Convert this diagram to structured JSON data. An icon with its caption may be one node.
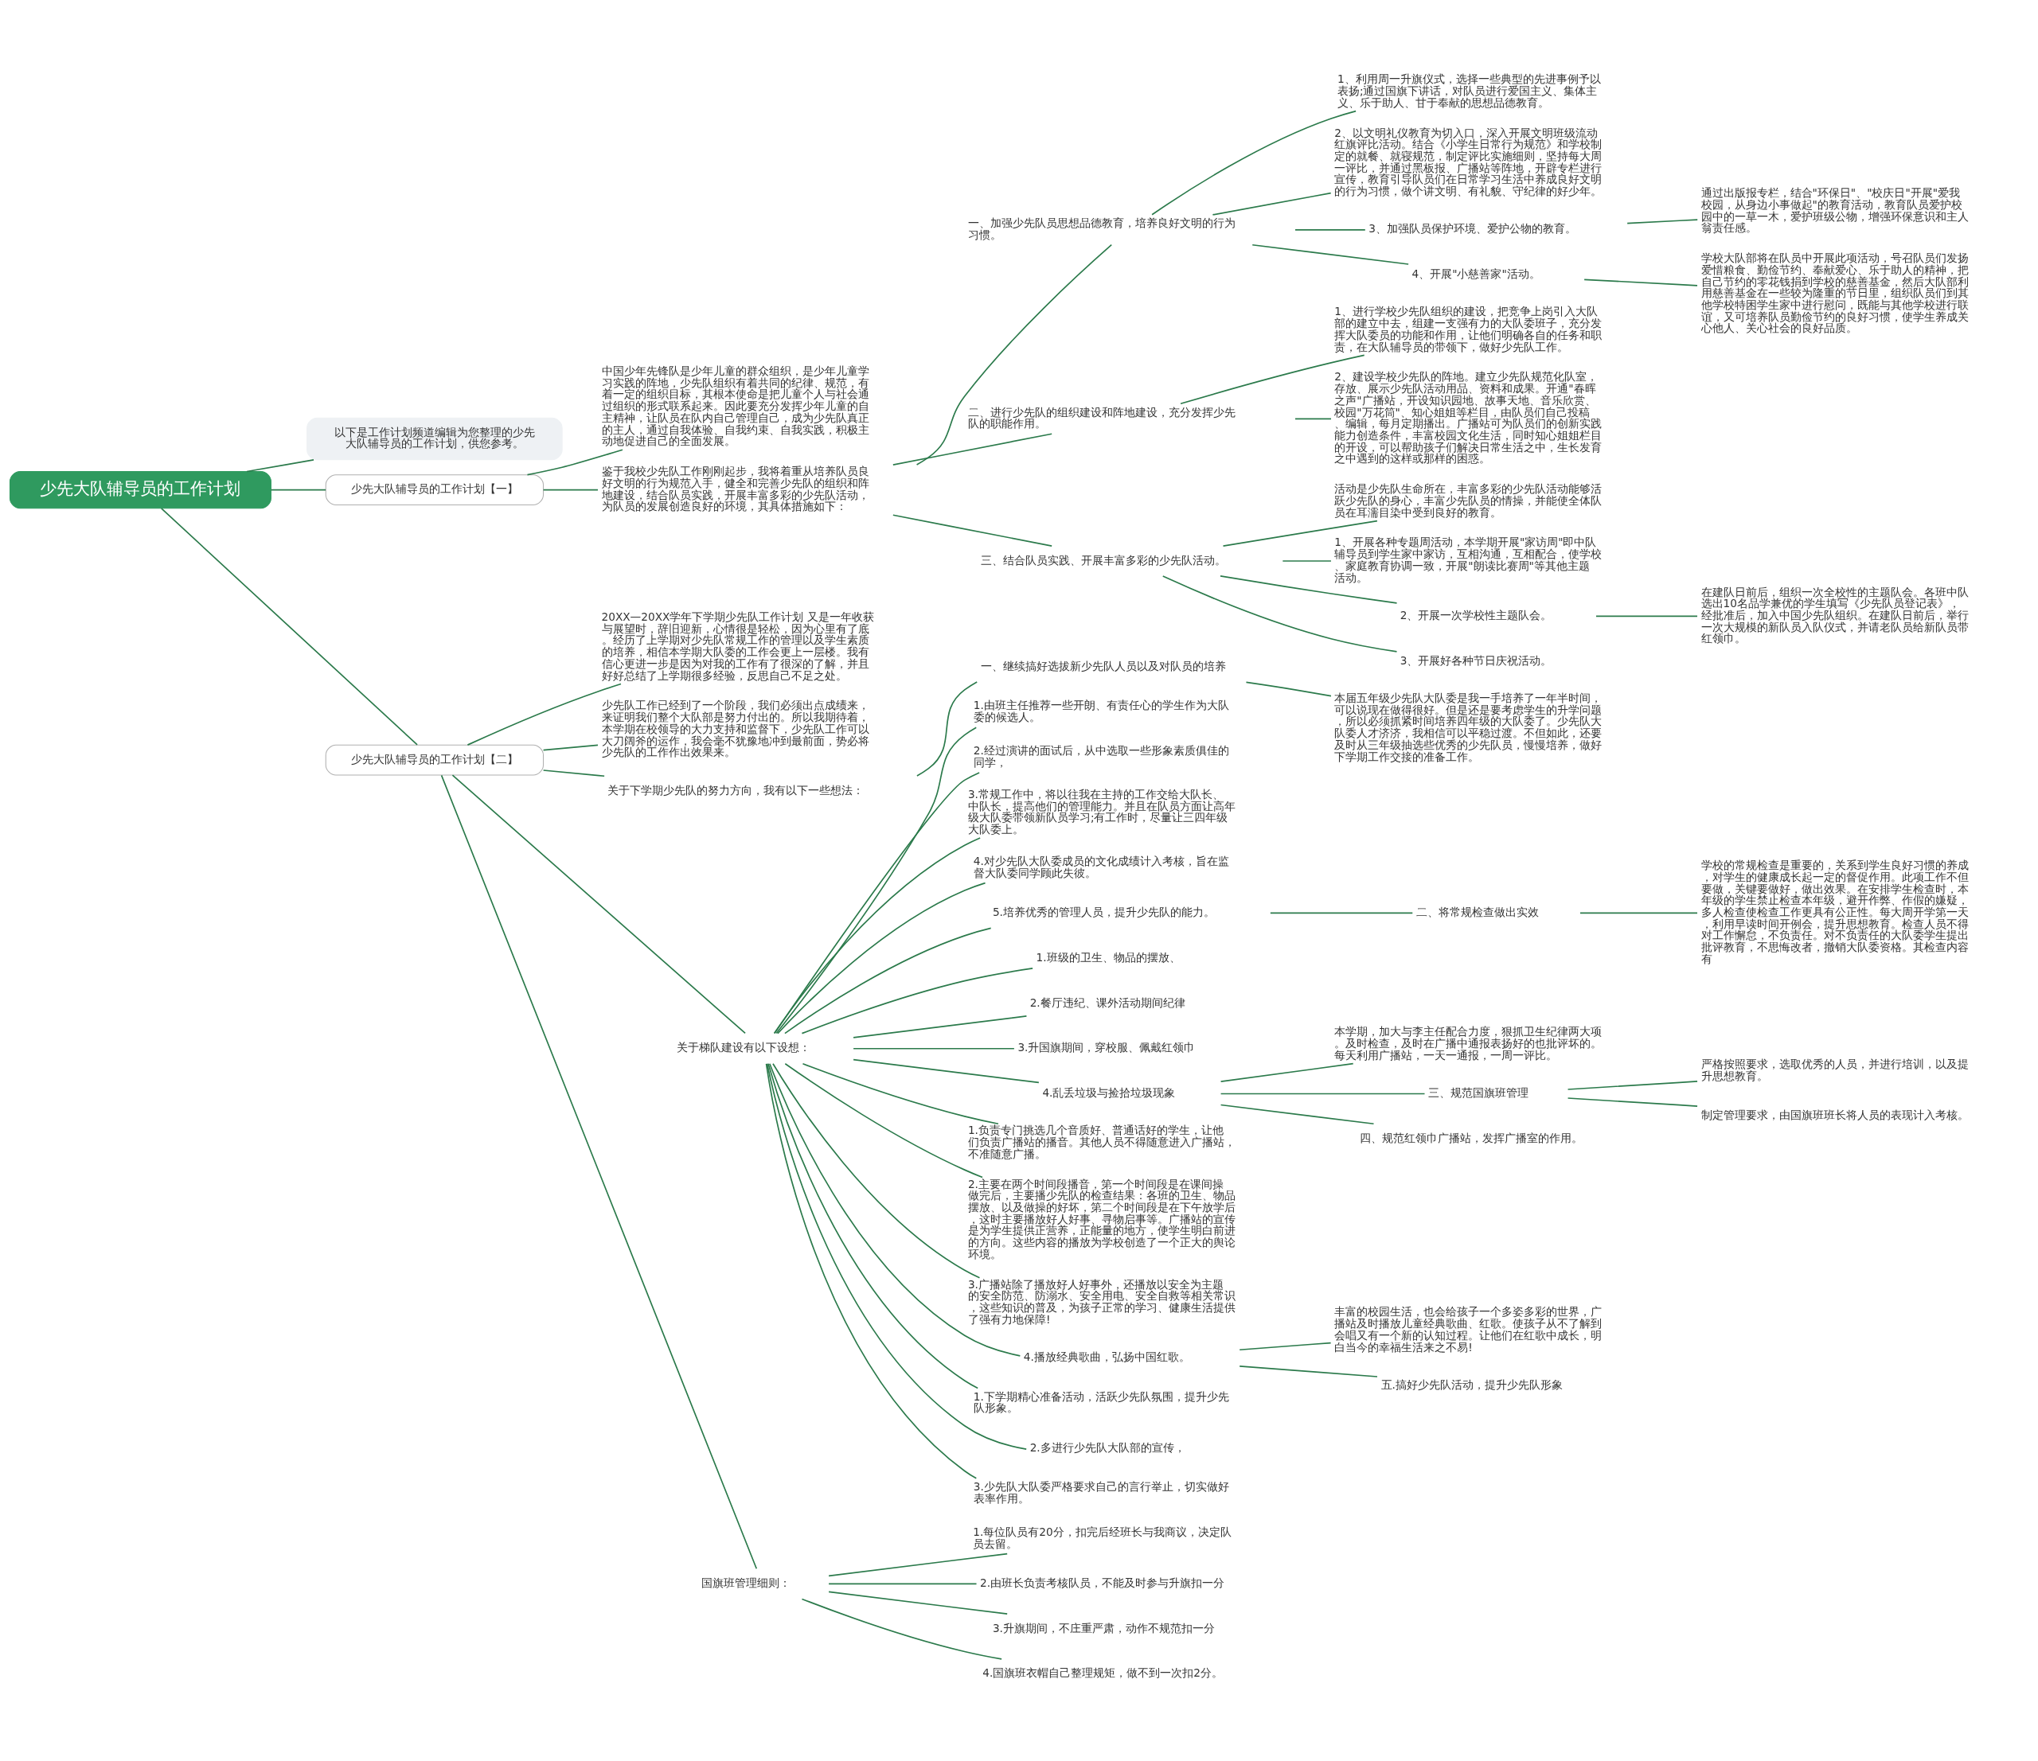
{
  "diagram": {
    "nodes": [
      {
        "text": [
          "少先大队辅导员的工作计划"
        ]
      },
      {
        "text": [
          "以下是工作计划频道编辑为您整理的少先大队辅导员的工作计划，供您参考。"
        ]
      },
      {
        "text": [
          "少先大队辅导员的工作计划【一】"
        ]
      },
      {
        "text": [
          "中国少年先锋队是少年儿童的群众组织，是少年儿童学习实践的阵地，少先队组织有着共同的纪律、规范，有着一定的组织目标，其根本使命是把儿童个人与社会通过组织的形式联系起来。因此要充分发挥少年儿童的自主精神，让队员在队内自己管理自己，成为少先队真正的主人，通过自我体验、自我约束、自我实践，积极主动地促进自己的全面发展。"
        ]
      },
      {
        "text": [
          "鉴于我校少先队工作刚刚起步，我将着重从培养队员良好文明的行为规范入手，健全和完善少先队的组织和阵地建设，结合队员实践，开展丰富多彩的少先队活动，为队员的发展创造良好的环境，其具体措施如下："
        ]
      },
      {
        "text": [
          "一、加强少先队员思想品德教育，培养良好文明的行为习惯。"
        ]
      },
      {
        "text": [
          "1、利用周一升旗仪式，选择一些典型的先进事例予以表扬;通过国旗下讲话，对队员进行爱国主义、集体主义、乐于助人、甘于奉献的思想品德教育。"
        ]
      },
      {
        "text": [
          "2、以文明礼仪教育为切入口，深入开展文明班级流动红旗评比活动。结合《小学生日常行为规范》和学校制定的就餐、就寝规范，制定评比实施细则，坚持每大周一评比，并通过黑板报、广播站等阵地，开辟专栏进行宣传，教育引导队员们在日常学习生活中养成良好文明的行为习惯，做个讲文明、有礼貌、守纪律的好少年。"
        ]
      },
      {
        "text": [
          "3、加强队员保护环境、爱护公物的教育。"
        ]
      },
      {
        "text": [
          "通过出版报专栏，结合\"环保日\"、\"校庆日\"开展\"爱我校园，从身边小事做起\"的教育活动，教育队员爱护校园中的一草一木，爱护班级公物，增强环保意识和主人翁责任感。"
        ]
      },
      {
        "text": [
          "4、开展\"小慈善家\"活动。"
        ]
      },
      {
        "text": [
          "学校大队部将在队员中开展此项活动，号召队员们发扬爱惜粮食、勤俭节约、奉献爱心、乐于助人的精神，把自己节约的零花钱捐到学校的慈善基金，然后大队部利用慈善基金在一些较为隆重的节日里，组织队员们到其他学校特困学生家中进行慰问，既能与其他学校进行联谊，又可培养队员勤俭节约的良好习惯，使学生养成关心他人、关心社会的良好品质。"
        ]
      },
      {
        "text": [
          "二、进行少先队的组织建设和阵地建设，充分发挥少先队的职能作用。"
        ]
      },
      {
        "text": [
          "1、进行学校少先队组织的建设，把竞争上岗引入大队部的建立中去，组建一支强有力的大队委班子，充分发挥大队委员的功能和作用，让他们明确各自的任务和职责，在大队辅导员的带领下，做好少先队工作。"
        ]
      },
      {
        "text": [
          "2、建设学校少先队的阵地。建立少先队规范化队室，存放、展示少先队活动用品、资料和成果。开通\"春晖之声\"广播站，开设知识园地、故事天地、音乐欣赏、校园\"万花筒\"、知心姐姐等栏目，由队员们自己投稿、编辑，每月定期播出。广播站可为队员们的创新实践能力创造条件，丰富校园文化生活，同时知心姐姐栏目的开设，可以帮助孩子们解决日常生活之中，生长发育之中遇到的这样或那样的困惑。"
        ]
      },
      {
        "text": [
          "三、结合队员实践、开展丰富多彩的少先队活动。"
        ]
      },
      {
        "text": [
          "活动是少先队生命所在，丰富多彩的少先队活动能够活跃少先队的身心，丰富少先队员的情操，并能使全体队员在耳濡目染中受到良好的教育。"
        ]
      },
      {
        "text": [
          "1、开展各种专题周活动，本学期开展\"家访周\"即中队辅导员到学生家中家访，互相沟通，互相配合，使学校、家庭教育协调一致，开展\"朗读比赛周\"等其他主题活动。"
        ]
      },
      {
        "text": [
          "2、开展一次学校性主题队会。"
        ]
      },
      {
        "text": [
          "在建队日前后，组织一次全校性的主题队会。各班中队选出10名品学兼优的学生填写《少先队员登记表》，经批准后，加入中国少先队组织。在建队日前后，举行一次大规模的新队员入队仪式，并请老队员给新队员带红领巾。"
        ]
      },
      {
        "text": [
          "3、开展好各种节日庆祝活动。"
        ]
      },
      {
        "text": [
          "少先大队辅导员的工作计划【二】"
        ]
      },
      {
        "text": [
          "20XX—20XX学年下学期少先队工作计划 又是一年收获与展望时，辞旧迎新，心情很是轻松，因为心里有了底。经历了上学期对少先队常规工作的管理以及学生素质的培养，相信本学期大队委的工作会更上一层楼。我有信心更进一步是因为对我的工作有了很深的了解，并且好好总结了上学期很多经验，反思自己不足之处。"
        ]
      },
      {
        "text": [
          "少先队工作已经到了一个阶段，我们必须出点成绩来，来证明我们整个大队部是努力付出的。所以我期待着，本学期在校领导的大力支持和监督下，少先队工作可以大刀阔斧的运作，我会毫不犹豫地冲到最前面，势必将少先队的工作作出效果来。"
        ]
      },
      {
        "text": [
          "关于下学期少先队的努力方向，我有以下一些想法："
        ]
      },
      {
        "text": [
          "一、继续搞好选拔新少先队人员以及对队员的培养"
        ]
      },
      {
        "text": [
          "本届五年级少先队大队委是我一手培养了一年半时间，可以说现在做得很好。但是还是要考虑学生的升学问题，所以必须抓紧时间培养四年级的大队委了。少先队大队委人才济济，我相信可以平稳过渡。不但如此，还要及时从三年级抽选些优秀的少先队员，慢慢培养，做好下学期工作交接的准备工作。"
        ]
      },
      {
        "text": [
          "关于梯队建设有以下设想："
        ]
      },
      {
        "text": [
          "1.由班主任推荐一些开朗、有责任心的学生作为大队委的候选人。"
        ]
      },
      {
        "text": [
          "2.经过演讲的面试后，从中选取一些形象素质俱佳的同学，"
        ]
      },
      {
        "text": [
          "3.常规工作中，将以往我在主持的工作交给大队长、中队长，提高他们的管理能力。并且在队员方面让高年级大队委带领新队员学习;有工作时，尽量让三四年级大队委上。"
        ]
      },
      {
        "text": [
          "4.对少先队大队委成员的文化成绩计入考核，旨在监督大队委同学顾此失彼。"
        ]
      },
      {
        "text": [
          "5.培养优秀的管理人员，提升少先队的能力。"
        ]
      },
      {
        "text": [
          "二、将常规检查做出实效"
        ]
      },
      {
        "text": [
          "学校的常规检查是重要的，关系到学生良好习惯的养成，对学生的健康成长起一定的督促作用。此项工作不但要做，关键要做好，做出效果。在安排学生检查时，本年级的学生禁止检查本年级，避开作弊、作假的嫌疑，多人检查使检查工作更具有公正性。每大周开学第一天，利用早读时间开例会，提升思想教育。检查人员不得对工作懈怠，不负责任。对不负责任的大队委学生提出批评教育，不思悔改者，撤销大队委资格。其检查内容有"
        ]
      },
      {
        "text": [
          "1.班级的卫生、物品的摆放、"
        ]
      },
      {
        "text": [
          "2.餐厅违纪、课外活动期间纪律"
        ]
      },
      {
        "text": [
          "3.升国旗期间，穿校服、佩戴红领巾"
        ]
      },
      {
        "text": [
          "4.乱丢垃圾与捡拾垃圾现象"
        ]
      },
      {
        "text": [
          "本学期，加大与李主任配合力度，狠抓卫生纪律两大项。及时检查，及时在广播中通报表扬好的也批评坏的。每天利用广播站，一天一通报，一周一评比。"
        ]
      },
      {
        "text": [
          "三、规范国旗班管理"
        ]
      },
      {
        "text": [
          "严格按照要求，选取优秀的人员，并进行培训，以及提升思想教育。"
        ]
      },
      {
        "text": [
          "制定管理要求，由国旗班班长将人员的表现计入考核。"
        ]
      },
      {
        "text": [
          "四、规范红领巾广播站，发挥广播室的作用。"
        ]
      },
      {
        "text": [
          "1.负责专门挑选几个音质好、普通话好的学生，让他们负责广播站的播音。其他人员不得随意进入广播站，不准随意广播。"
        ]
      },
      {
        "text": [
          "2.主要在两个时间段播音，第一个时间段是在课间操做完后，主要播少先队的检查结果：各班的卫生、物品摆放、以及做操的好坏，第二个时间段是在下午放学后，这时主要播放好人好事、寻物启事等。广播站的宣传是为学生提供正营养，正能量的地方，使学生明白前进的方向。这些内容的播放为学校创造了一个正大的舆论环境。"
        ]
      },
      {
        "text": [
          "3.广播站除了播放好人好事外，还播放以安全为主题的安全防范、防溺水、安全用电、安全自救等相关常识，这些知识的普及，为孩子正常的学习、健康生活提供了强有力地保障!"
        ]
      },
      {
        "text": [
          "4.播放经典歌曲，弘扬中国红歌。"
        ]
      },
      {
        "text": [
          "丰富的校园生活，也会给孩子一个多姿多彩的世界，广播站及时播放儿童经典歌曲、红歌。使孩子从不了解到会唱又有一个新的认知过程。让他们在红歌中成长，明白当今的幸福生活来之不易!"
        ]
      },
      {
        "text": [
          "五.搞好少先队活动，提升少先队形象"
        ]
      },
      {
        "text": [
          "1.下学期精心准备活动，活跃少先队氛围，提升少先队形象。"
        ]
      },
      {
        "text": [
          "2.多进行少先队大队部的宣传，"
        ]
      },
      {
        "text": [
          "3.少先队大队委严格要求自己的言行举止，切实做好表率作用。"
        ]
      },
      {
        "text": [
          "国旗班管理细则："
        ]
      },
      {
        "text": [
          "1.每位队员有20分，扣完后经班长与我商议，决定队员去留。"
        ]
      },
      {
        "text": [
          "2.由班长负责考核队员，不能及时参与升旗扣一分"
        ]
      },
      {
        "text": [
          "3.升旗期间，不庄重严肃，动作不规范扣一分"
        ]
      },
      {
        "text": [
          "4.国旗班衣帽自己整理规矩，做不到一次扣2分。"
        ]
      }
    ],
    "edges": [
      {
        "from": 0,
        "to": 1,
        "arrow": "none"
      },
      {
        "from": 0,
        "to": 2,
        "arrow": "none"
      },
      {
        "from": 0,
        "to": 21,
        "arrow": "none"
      },
      {
        "from": 2,
        "to": 3,
        "arrow": "none"
      },
      {
        "from": 2,
        "to": 4,
        "arrow": "none"
      },
      {
        "from": 4,
        "to": 5,
        "arrow": "none"
      },
      {
        "from": 4,
        "to": 12,
        "arrow": "none"
      },
      {
        "from": 4,
        "to": 15,
        "arrow": "none"
      },
      {
        "from": 5,
        "to": 6,
        "arrow": "none"
      },
      {
        "from": 5,
        "to": 7,
        "arrow": "none"
      },
      {
        "from": 5,
        "to": 8,
        "arrow": "none"
      },
      {
        "from": 5,
        "to": 10,
        "arrow": "none"
      },
      {
        "from": 8,
        "to": 9,
        "arrow": "none"
      },
      {
        "from": 10,
        "to": 11,
        "arrow": "none"
      },
      {
        "from": 12,
        "to": 13,
        "arrow": "none"
      },
      {
        "from": 12,
        "to": 14,
        "arrow": "none"
      },
      {
        "from": 15,
        "to": 16,
        "arrow": "none"
      },
      {
        "from": 15,
        "to": 17,
        "arrow": "none"
      },
      {
        "from": 15,
        "to": 18,
        "arrow": "none"
      },
      {
        "from": 15,
        "to": 20,
        "arrow": "none"
      },
      {
        "from": 18,
        "to": 19,
        "arrow": "none"
      },
      {
        "from": 21,
        "to": 22,
        "arrow": "none"
      },
      {
        "from": 21,
        "to": 23,
        "arrow": "none"
      },
      {
        "from": 21,
        "to": 24,
        "arrow": "none"
      },
      {
        "from": 21,
        "to": 27,
        "arrow": "none"
      },
      {
        "from": 21,
        "to": 53,
        "arrow": "none"
      },
      {
        "from": 24,
        "to": 25,
        "arrow": "none"
      },
      {
        "from": 25,
        "to": 26,
        "arrow": "none"
      },
      {
        "from": 27,
        "to": 28,
        "arrow": "none"
      },
      {
        "from": 27,
        "to": 29,
        "arrow": "none"
      },
      {
        "from": 27,
        "to": 30,
        "arrow": "none"
      },
      {
        "from": 27,
        "to": 31,
        "arrow": "none"
      },
      {
        "from": 27,
        "to": 32,
        "arrow": "none"
      },
      {
        "from": 32,
        "to": 33,
        "arrow": "none"
      },
      {
        "from": 33,
        "to": 34,
        "arrow": "none"
      },
      {
        "from": 27,
        "to": 35,
        "arrow": "none"
      },
      {
        "from": 27,
        "to": 36,
        "arrow": "none"
      },
      {
        "from": 27,
        "to": 37,
        "arrow": "none"
      },
      {
        "from": 27,
        "to": 38,
        "arrow": "none"
      },
      {
        "from": 38,
        "to": 39,
        "arrow": "none"
      },
      {
        "from": 38,
        "to": 40,
        "arrow": "none"
      },
      {
        "from": 40,
        "to": 41,
        "arrow": "none"
      },
      {
        "from": 40,
        "to": 42,
        "arrow": "none"
      },
      {
        "from": 38,
        "to": 43,
        "arrow": "none"
      },
      {
        "from": 27,
        "to": 44,
        "arrow": "none"
      },
      {
        "from": 27,
        "to": 45,
        "arrow": "none"
      },
      {
        "from": 27,
        "to": 46,
        "arrow": "none"
      },
      {
        "from": 27,
        "to": 47,
        "arrow": "none"
      },
      {
        "from": 47,
        "to": 48,
        "arrow": "none"
      },
      {
        "from": 47,
        "to": 49,
        "arrow": "none"
      },
      {
        "from": 27,
        "to": 50,
        "arrow": "none"
      },
      {
        "from": 27,
        "to": 51,
        "arrow": "none"
      },
      {
        "from": 27,
        "to": 52,
        "arrow": "none"
      },
      {
        "from": 53,
        "to": 54,
        "arrow": "none"
      },
      {
        "from": 53,
        "to": 55,
        "arrow": "none"
      },
      {
        "from": 53,
        "to": 56,
        "arrow": "none"
      },
      {
        "from": 53,
        "to": 57,
        "arrow": "none"
      }
    ]
  }
}
